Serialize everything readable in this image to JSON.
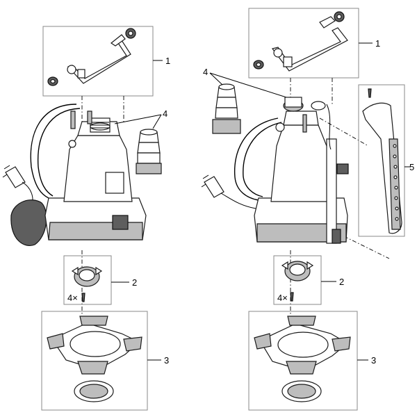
{
  "diagram": {
    "left_assembly": {
      "callouts": {
        "handle": "1",
        "foot_plate": "2",
        "base_frame": "3",
        "hose_adapter": "4",
        "screws": "4×"
      }
    },
    "right_assembly": {
      "callouts": {
        "handle": "1",
        "foot_plate": "2",
        "base_frame": "3",
        "hose_adapter": "4",
        "float_holder": "5",
        "screws": "4×"
      }
    }
  }
}
